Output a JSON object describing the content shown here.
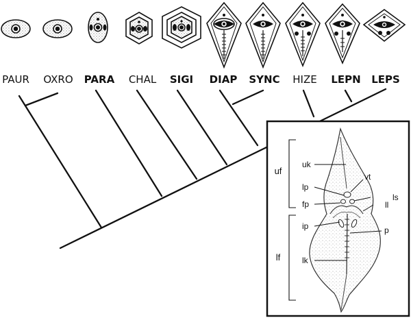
{
  "taxa": [
    {
      "id": "paur",
      "label": "PAUR",
      "bold": false
    },
    {
      "id": "oxro",
      "label": "OXRO",
      "bold": false
    },
    {
      "id": "para",
      "label": "PARA",
      "bold": true
    },
    {
      "id": "chal",
      "label": "CHAL",
      "bold": false
    },
    {
      "id": "sigi",
      "label": "SIGI",
      "bold": true
    },
    {
      "id": "diap",
      "label": "DIAP",
      "bold": true
    },
    {
      "id": "sync",
      "label": "SYNC",
      "bold": true
    },
    {
      "id": "hize",
      "label": "HIZE",
      "bold": false
    },
    {
      "id": "lepn",
      "label": "LEPN",
      "bold": true
    },
    {
      "id": "leps",
      "label": "LEPS",
      "bold": true
    }
  ],
  "inset": {
    "labels": {
      "uk": "uk",
      "vt": "vt",
      "lp": "lp",
      "ls": "ls",
      "fp": "fp",
      "ll": "ll",
      "ip": "ip",
      "p": "p",
      "lk": "lk"
    },
    "brackets": {
      "uf": "uf",
      "lf": "lf"
    }
  },
  "colors": {
    "line": "#111111",
    "stipple": "#9a9a9a",
    "fill_dark": "#111111",
    "background": "#ffffff"
  }
}
